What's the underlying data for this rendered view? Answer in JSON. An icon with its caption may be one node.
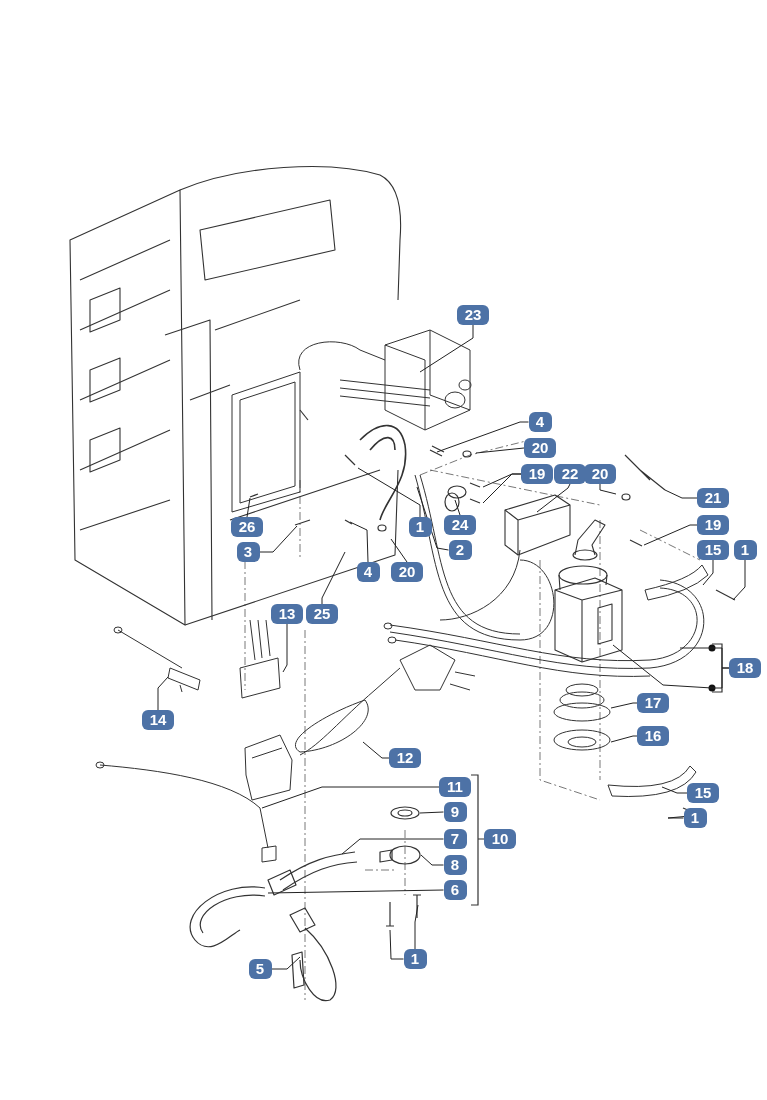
{
  "diagram": {
    "nodes": [
      {
        "text": [
          "23"
        ]
      },
      {
        "text": [
          "4"
        ]
      },
      {
        "text": [
          "20"
        ]
      },
      {
        "text": [
          "19"
        ]
      },
      {
        "text": [
          "22"
        ]
      },
      {
        "text": [
          "20"
        ]
      },
      {
        "text": [
          "21"
        ]
      },
      {
        "text": [
          "24"
        ]
      },
      {
        "text": [
          "19"
        ]
      },
      {
        "text": [
          "26"
        ]
      },
      {
        "text": [
          "1"
        ]
      },
      {
        "text": [
          "2"
        ]
      },
      {
        "text": [
          "15"
        ]
      },
      {
        "text": [
          "1"
        ]
      },
      {
        "text": [
          "3"
        ]
      },
      {
        "text": [
          "4"
        ]
      },
      {
        "text": [
          "20"
        ]
      },
      {
        "text": [
          "13"
        ]
      },
      {
        "text": [
          "25"
        ]
      },
      {
        "text": [
          "18"
        ]
      },
      {
        "text": [
          "17"
        ]
      },
      {
        "text": [
          "14"
        ]
      },
      {
        "text": [
          "16"
        ]
      },
      {
        "text": [
          "12"
        ]
      },
      {
        "text": [
          "11"
        ]
      },
      {
        "text": [
          "15"
        ]
      },
      {
        "text": [
          "9"
        ]
      },
      {
        "text": [
          "1"
        ]
      },
      {
        "text": [
          "7"
        ]
      },
      {
        "text": [
          "10"
        ]
      },
      {
        "text": [
          "8"
        ]
      },
      {
        "text": [
          "6"
        ]
      },
      {
        "text": [
          "1"
        ]
      },
      {
        "text": [
          "5"
        ]
      },
      {
        "text": [],
        "shape": "picture"
      },
      {
        "text": [],
        "shape": "picture"
      }
    ],
    "edges": [
      {
        "from": 0,
        "to": null,
        "arrow": "none"
      },
      {
        "from": 1,
        "to": null,
        "arrow": "none"
      },
      {
        "from": 2,
        "to": null,
        "arrow": "none"
      },
      {
        "from": 3,
        "to": null,
        "arrow": "none"
      },
      {
        "from": 3,
        "to": null,
        "arrow": "none"
      },
      {
        "from": 4,
        "to": null,
        "arrow": "none"
      },
      {
        "from": 5,
        "to": null,
        "arrow": "none"
      },
      {
        "from": 6,
        "to": null,
        "arrow": "none"
      },
      {
        "from": 7,
        "to": null,
        "arrow": "none"
      },
      {
        "from": 8,
        "to": null,
        "arrow": "none"
      },
      {
        "from": 9,
        "to": null,
        "arrow": "none"
      },
      {
        "from": 10,
        "to": null,
        "arrow": "none"
      },
      {
        "from": 11,
        "to": null,
        "arrow": "none"
      },
      {
        "from": 12,
        "to": null,
        "arrow": "none"
      },
      {
        "from": 13,
        "to": null,
        "arrow": "none"
      },
      {
        "from": 14,
        "to": null,
        "arrow": "none"
      },
      {
        "from": 15,
        "to": null,
        "arrow": "none"
      },
      {
        "from": 16,
        "to": null,
        "arrow": "none"
      },
      {
        "from": 17,
        "to": null,
        "arrow": "none"
      },
      {
        "from": 18,
        "to": null,
        "arrow": "none"
      },
      {
        "from": 19,
        "to": null,
        "arrow": "none"
      },
      {
        "from": 19,
        "to": null,
        "arrow": "none"
      },
      {
        "from": 20,
        "to": 34,
        "arrow": "none"
      },
      {
        "from": 21,
        "to": null,
        "arrow": "none"
      },
      {
        "from": 22,
        "to": 35,
        "arrow": "none"
      },
      {
        "from": 23,
        "to": null,
        "arrow": "none"
      },
      {
        "from": 24,
        "to": null,
        "arrow": "none"
      },
      {
        "from": 25,
        "to": null,
        "arrow": "none"
      },
      {
        "from": 26,
        "to": null,
        "arrow": "none"
      },
      {
        "from": 27,
        "to": null,
        "arrow": "none"
      },
      {
        "from": 28,
        "to": null,
        "arrow": "none"
      },
      {
        "from": 30,
        "to": null,
        "arrow": "none"
      },
      {
        "from": 31,
        "to": null,
        "arrow": "none"
      },
      {
        "from": 32,
        "to": null,
        "arrow": "none"
      },
      {
        "from": 32,
        "to": null,
        "arrow": "none"
      },
      {
        "from": 33,
        "to": null,
        "arrow": "none"
      }
    ]
  }
}
